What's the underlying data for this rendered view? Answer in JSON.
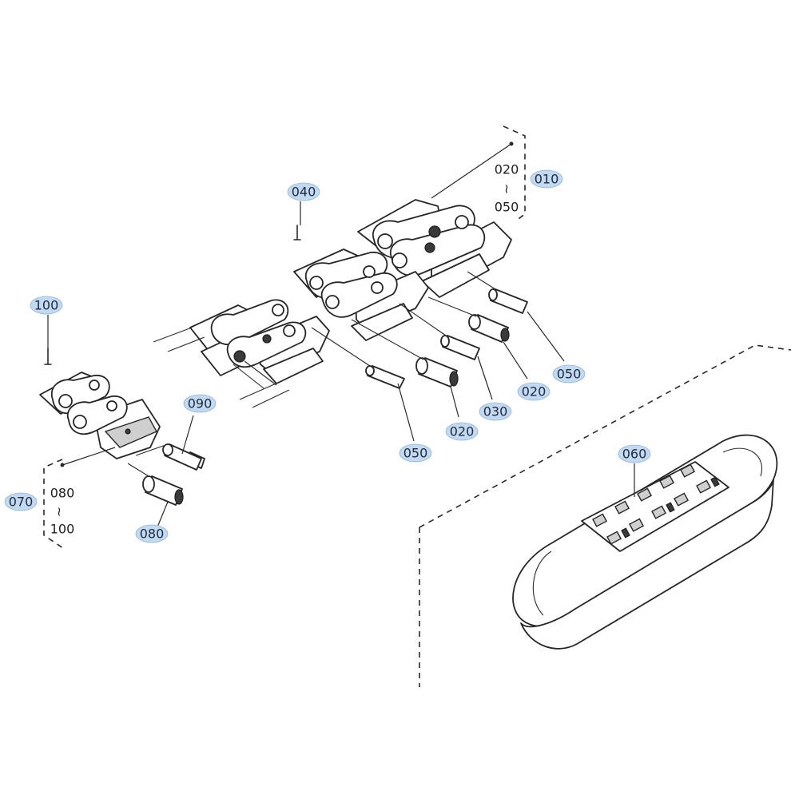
{
  "callouts": {
    "c010": "010",
    "c040": "040",
    "c100": "100",
    "c090": "090",
    "c070": "070",
    "c080": "080",
    "c050a": "050",
    "c020a": "020",
    "c030": "030",
    "c020b": "020",
    "c050b": "050",
    "c060": "060"
  },
  "range_notes": {
    "top_from": "020",
    "top_sep": "≀",
    "top_to": "050",
    "left_from": "080",
    "left_sep": "≀",
    "left_to": "100"
  },
  "colors": {
    "callout_fill": "#c2d9ef",
    "line": "#2a2a2a"
  }
}
